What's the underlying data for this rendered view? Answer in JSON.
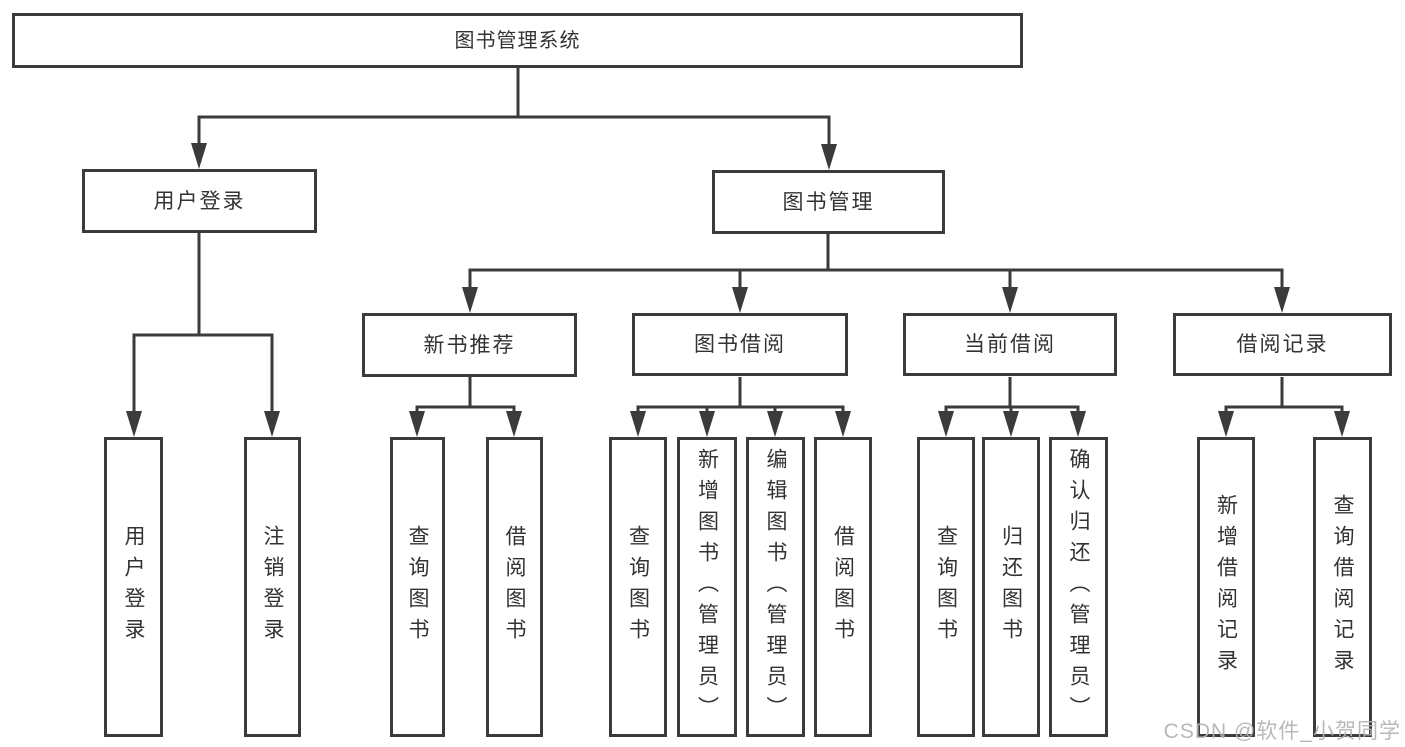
{
  "diagram": {
    "kind": "functional-structure-tree",
    "colors": {
      "line": "#3b3b3b",
      "box_border": "#3b3b3b",
      "box_background": "#ffffff",
      "text": "#333333",
      "watermark": "#b3b3b3",
      "page_background": "#ffffff"
    },
    "tree": {
      "label": "图书管理系统",
      "children": [
        {
          "label": "用户登录",
          "children": [
            {
              "label": "用户登录"
            },
            {
              "label": "注销登录"
            }
          ]
        },
        {
          "label": "图书管理",
          "children": [
            {
              "label": "新书推荐",
              "children": [
                {
                  "label": "查询图书"
                },
                {
                  "label": "借阅图书"
                }
              ]
            },
            {
              "label": "图书借阅",
              "children": [
                {
                  "label": "查询图书"
                },
                {
                  "label": "新增图书（管理员）"
                },
                {
                  "label": "编辑图书（管理员）"
                },
                {
                  "label": "借阅图书"
                }
              ]
            },
            {
              "label": "当前借阅",
              "children": [
                {
                  "label": "查询图书"
                },
                {
                  "label": "归还图书"
                },
                {
                  "label": "确认归还（管理员）"
                }
              ]
            },
            {
              "label": "借阅记录",
              "children": [
                {
                  "label": "新增借阅记录"
                },
                {
                  "label": "查询借阅记录"
                }
              ]
            }
          ]
        }
      ]
    },
    "watermark": {
      "text": "CSDN @软件_小贺同学"
    }
  }
}
